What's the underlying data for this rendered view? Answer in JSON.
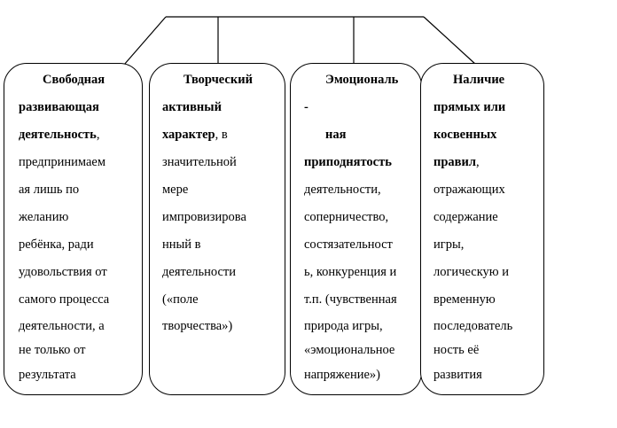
{
  "boxes": [
    {
      "id": "free-activity",
      "lines": [
        {
          "text": "Свободная",
          "bold": true
        },
        {
          "text": "развивающая",
          "bold": true
        },
        {
          "text": "деятельность",
          "bold": true,
          "suffix": ","
        },
        {
          "text": "предпринимаем"
        },
        {
          "text": "ая лишь по"
        },
        {
          "text": "желанию"
        },
        {
          "text": "ребёнка, ради"
        },
        {
          "text": "удовольствия от"
        },
        {
          "text": "самого процесса"
        },
        {
          "text": "деятельности, а"
        },
        {
          "text": "не только от"
        },
        {
          "text": "результата"
        }
      ]
    },
    {
      "id": "creative-character",
      "lines": [
        {
          "text": "Творческий",
          "bold": true
        },
        {
          "text": "активный",
          "bold": true
        },
        {
          "text": "характер",
          "bold": true,
          "suffix": ", в"
        },
        {
          "text": "значительной"
        },
        {
          "text": "мере"
        },
        {
          "text": "импровизирова"
        },
        {
          "text": "нный в"
        },
        {
          "text": "деятельности"
        },
        {
          "text": "(«поле"
        },
        {
          "text": "творчества»)"
        }
      ]
    },
    {
      "id": "emotional-elevation",
      "lines": [
        {
          "text": "Эмоциональ",
          "bold": true
        },
        {
          "text": "-",
          "bold": true
        },
        {
          "text": "ная",
          "bold": true
        },
        {
          "text": "приподнятость",
          "bold": true
        },
        {
          "text": "деятельности,"
        },
        {
          "text": "соперничество,"
        },
        {
          "text": "состязательност"
        },
        {
          "text": "ь, конкуренция и"
        },
        {
          "text": "т.п. (чувственная"
        },
        {
          "text": "природа игры,"
        },
        {
          "text": "«эмоциональное"
        },
        {
          "text": "напряжение»)"
        }
      ]
    },
    {
      "id": "rules-presence",
      "lines": [
        {
          "text": "Наличие",
          "bold": true
        },
        {
          "text": "прямых или",
          "bold": true
        },
        {
          "text": "косвенных",
          "bold": true
        },
        {
          "text": "правил",
          "bold": true,
          "suffix": ","
        },
        {
          "text": "отражающих"
        },
        {
          "text": "содержание"
        },
        {
          "text": "игры,"
        },
        {
          "text": "логическую и"
        },
        {
          "text": "временную"
        },
        {
          "text": "последователь"
        },
        {
          "text": "ность её"
        },
        {
          "text": "развития"
        }
      ]
    }
  ]
}
